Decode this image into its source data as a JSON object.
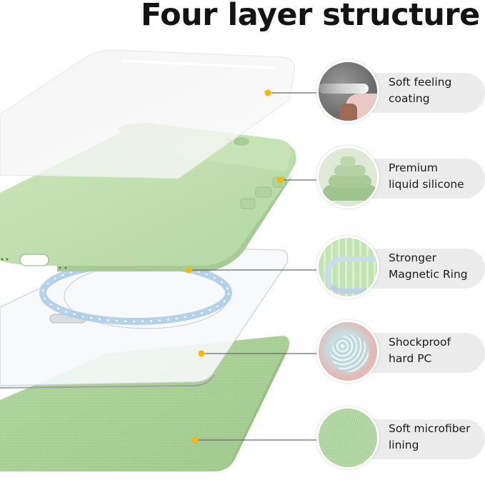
{
  "header": {
    "title": "Four layer structure"
  },
  "colors": {
    "accent_dot": "#f7b900",
    "silicone_green": "#b8dba8",
    "microfiber_green": "#a7cf95",
    "pill_bg": "#ececec",
    "leader_line": "#6a6a6a"
  },
  "features": [
    {
      "line1": "Soft feeling",
      "line2": "coating",
      "icon": "spray-coating-image"
    },
    {
      "line1": "Premium",
      "line2": "liquid silicone",
      "icon": "liquid-silicone-swirl-image"
    },
    {
      "line1": "Stronger",
      "line2": "Magnetic Ring",
      "icon": "magnetic-ring-image"
    },
    {
      "line1": "Shockproof",
      "line2": "hard PC",
      "icon": "pc-pellets-image"
    },
    {
      "line1": "Soft microfiber",
      "line2": "lining",
      "icon": "microfiber-texture-image"
    }
  ]
}
